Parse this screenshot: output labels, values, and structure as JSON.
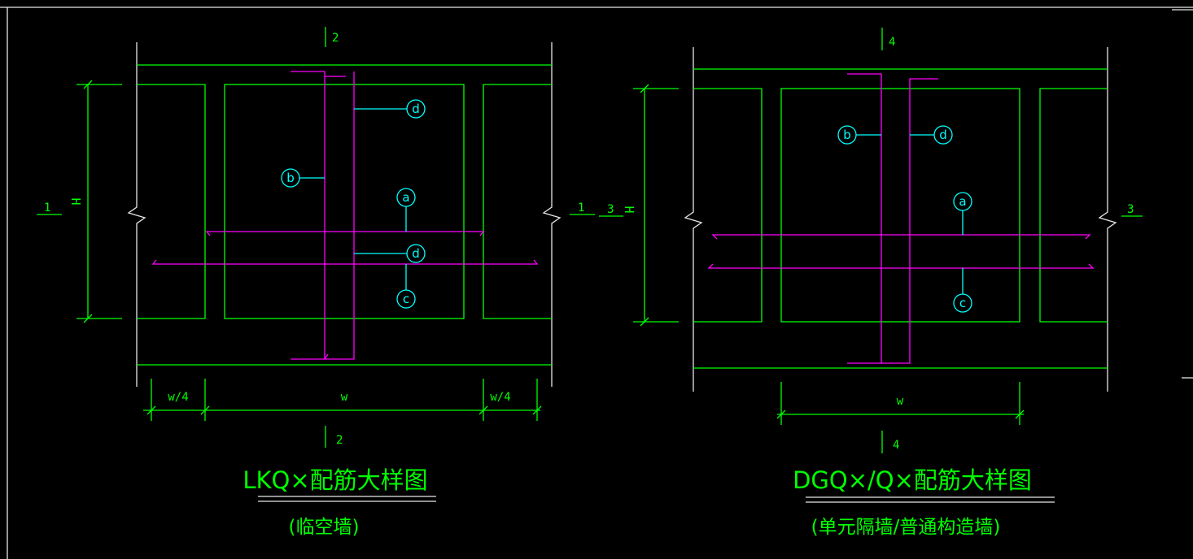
{
  "left": {
    "section_top": "2",
    "section_bottom": "2",
    "section_left": "1",
    "section_right": "1",
    "height_label": "H",
    "dim_quarter_left": "w/4",
    "dim_mid": "w",
    "dim_quarter_right": "w/4",
    "tag_b": "b",
    "tag_d_top": "d",
    "tag_a": "a",
    "tag_d_mid": "d",
    "tag_c": "c",
    "title": "LKQ×配筋大样图",
    "subtitle": "(临空墙)"
  },
  "right": {
    "section_top": "4",
    "section_bottom": "4",
    "section_left": "3",
    "section_right": "3",
    "height_label": "H",
    "dim_mid": "w",
    "tag_b": "b",
    "tag_d": "d",
    "tag_a": "a",
    "tag_c": "c",
    "title": "DGQ×/Q×配筋大样图",
    "subtitle": "(单元隔墙/普通构造墙)"
  },
  "colors": {
    "outline": "#00ff00",
    "rebar": "#ff00ff",
    "leader": "#00ffff",
    "frame": "#e6e6e6",
    "background": "#000000"
  }
}
